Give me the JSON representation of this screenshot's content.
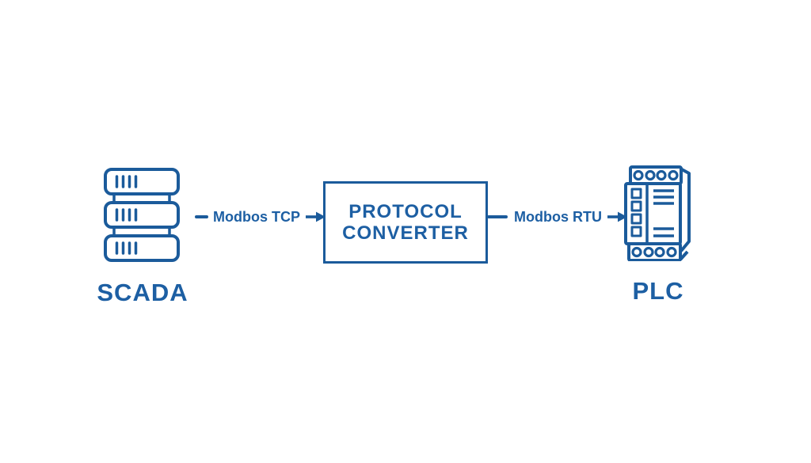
{
  "colors": {
    "accent": "#1b5b9b",
    "text": "#1d5fa3",
    "background": "#ffffff"
  },
  "diagram": {
    "scada": {
      "label": "SCADA",
      "icon": "server-stack"
    },
    "converter": {
      "line1": "PROTOCOL",
      "line2": "CONVERTER"
    },
    "plc": {
      "label": "PLC",
      "icon": "plc-module"
    },
    "connections": [
      {
        "label": "Modbos TCP",
        "direction": "right"
      },
      {
        "label": "Modbos RTU",
        "direction": "right"
      }
    ]
  }
}
